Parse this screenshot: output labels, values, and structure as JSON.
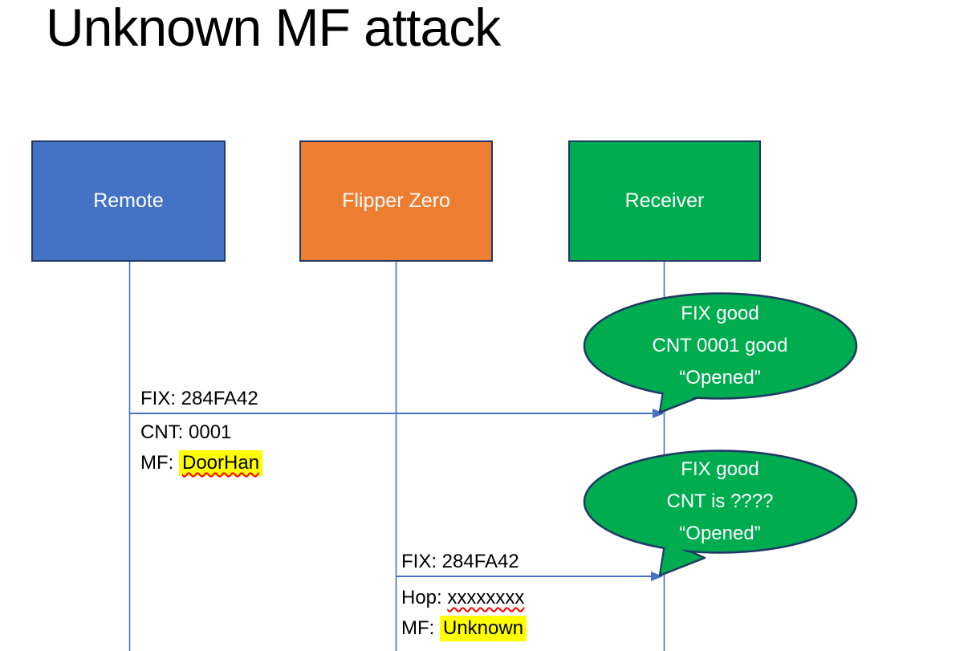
{
  "title": "Unknown MF attack",
  "actors": [
    {
      "name": "Remote",
      "color": "#4472C4"
    },
    {
      "name": "Flipper Zero",
      "color": "#ED7D31"
    },
    {
      "name": "Receiver",
      "color": "#00AC50"
    }
  ],
  "messages": [
    {
      "from": "Remote",
      "to": "Receiver",
      "line1": "FIX: 284FA42",
      "line2": "CNT: 0001",
      "line3_prefix": "MF: ",
      "line3_value": "DoorHan"
    },
    {
      "from": "Flipper Zero",
      "to": "Receiver",
      "line1": "FIX: 284FA42",
      "line2_prefix": "Hop: ",
      "line2_value": "xxxxxxxx",
      "line3_prefix": "MF: ",
      "line3_value": "Unknown"
    }
  ],
  "callouts": [
    {
      "lines": [
        "FIX good",
        "CNT 0001 good",
        "“Opened”"
      ]
    },
    {
      "lines": [
        "FIX good",
        "CNT is ????",
        "“Opened”"
      ]
    }
  ],
  "colors": {
    "actor_blue": "#4472C4",
    "actor_orange": "#ED7D31",
    "actor_green": "#00AC50",
    "outline_navy": "#1F3864",
    "connector_blue": "#4472C4",
    "highlight_yellow": "#FFFF00",
    "squiggle_red": "#FF0000",
    "title_black": "#000000",
    "label_white": "#FFFFFF"
  }
}
